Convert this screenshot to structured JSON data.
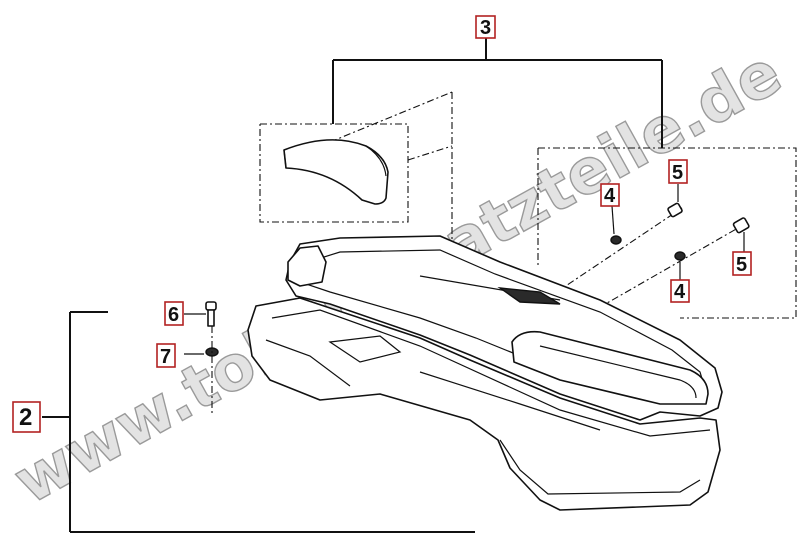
{
  "callouts": {
    "c2": "2",
    "c3": "3",
    "c4a": "4",
    "c4b": "4",
    "c5a": "5",
    "c5b": "5",
    "c6": "6",
    "c7": "7"
  },
  "watermark": "www.toberersatzteile.de",
  "colors": {
    "callout_border": "#b22222",
    "line": "#111111",
    "watermark": "#9a9a9a"
  }
}
